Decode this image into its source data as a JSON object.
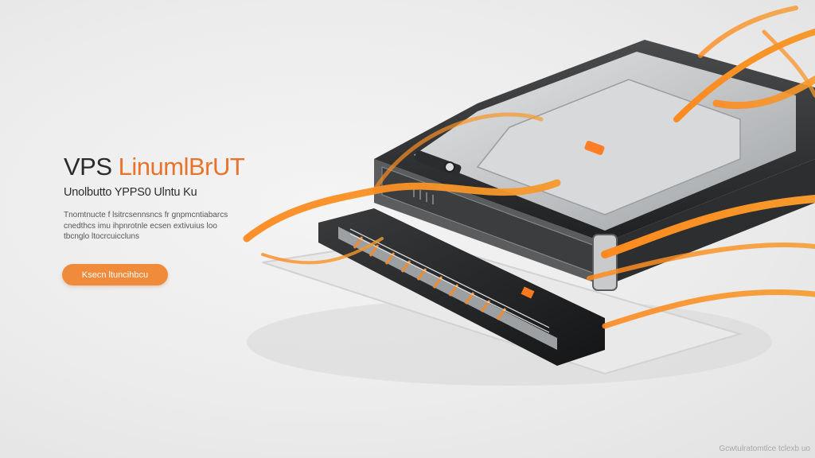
{
  "hero": {
    "title_part1": "VPS ",
    "title_part2": "LinumlBrUT",
    "subtitle": "Unolbutto YPPS0 Ulntu  Ku",
    "description_lines": [
      "Tnomtnucte f lsitrcsennsncs fr gnpmcntiabarcs",
      "cnedthcs imu ihpnrotnle ecsen extivuius loo",
      "tbcnglo ltocrcuiccluns"
    ],
    "cta_label": "Ksecn ltuncihbcu"
  },
  "watermark": "Gcwtulratomtlce tclexb uo",
  "colors": {
    "accent": "#e8732a",
    "button": "#f08b3c",
    "background": "#ececec",
    "server_dark": "#2e2e2e",
    "server_metal": "#c9cbcd"
  },
  "icons": {
    "illustration": "server-hardware-illustration"
  }
}
